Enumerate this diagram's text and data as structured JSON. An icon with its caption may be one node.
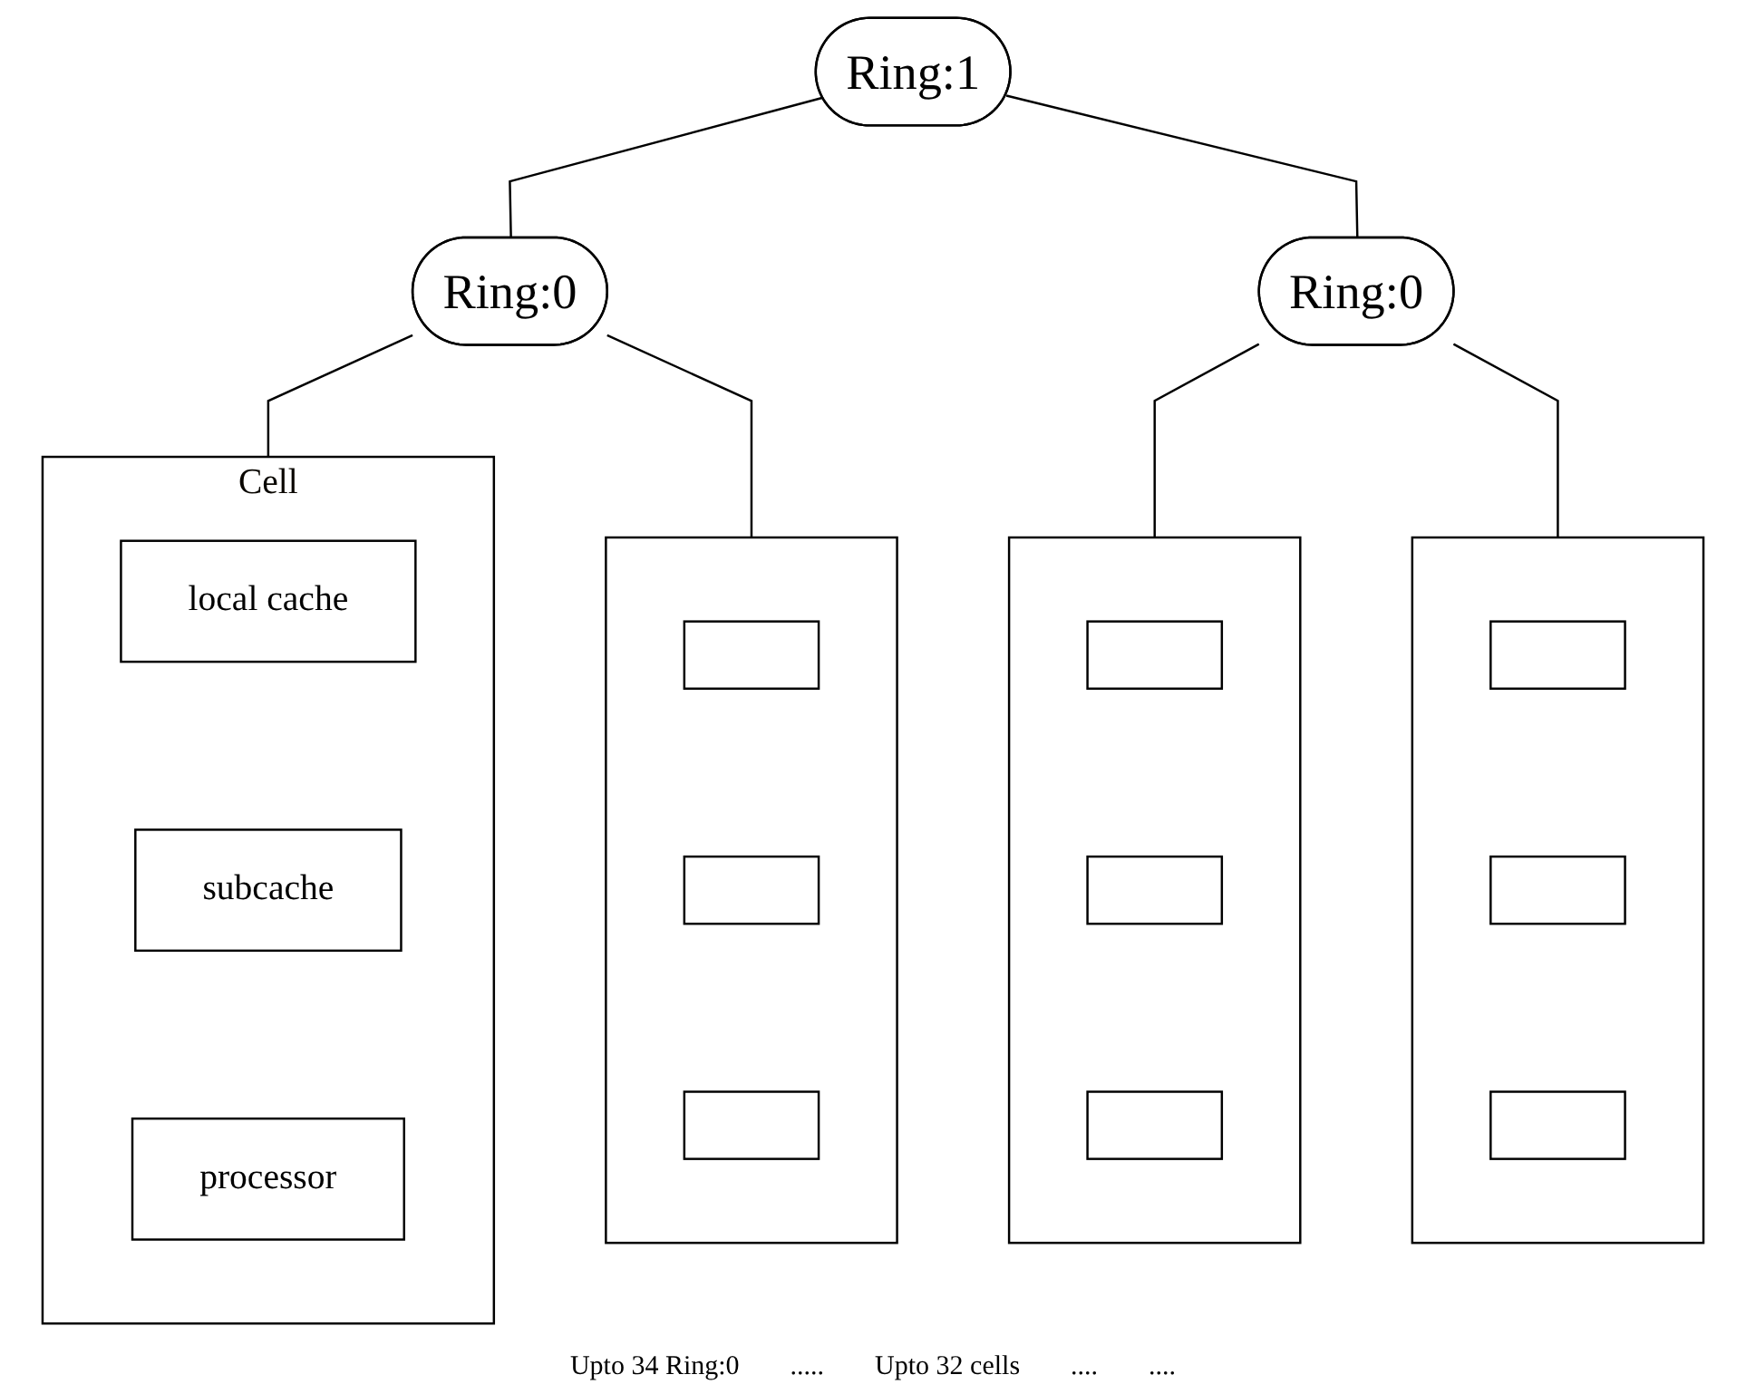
{
  "diagram": {
    "nodes": [
      {
        "text": [
          "Ring:1"
        ]
      },
      {
        "text": [
          "Ring:0"
        ]
      },
      {
        "text": [
          "Ring:0"
        ]
      },
      {
        "text": [],
        "shape": "box",
        "beside": [
          "Cell"
        ]
      },
      {
        "text": [
          "local cache"
        ],
        "in": 3
      },
      {
        "text": [
          "subcache"
        ],
        "in": 3
      },
      {
        "text": [
          "processor"
        ],
        "in": 3
      },
      {
        "text": [],
        "shape": "box"
      },
      {
        "text": [],
        "shape": "box",
        "in": 7
      },
      {
        "text": [],
        "shape": "box",
        "in": 7
      },
      {
        "text": [],
        "shape": "box",
        "in": 7
      },
      {
        "text": [],
        "shape": "box"
      },
      {
        "text": [],
        "shape": "box",
        "in": 11
      },
      {
        "text": [],
        "shape": "box",
        "in": 11
      },
      {
        "text": [],
        "shape": "box",
        "in": 11
      },
      {
        "text": [],
        "shape": "box"
      },
      {
        "text": [],
        "shape": "box",
        "in": 15
      },
      {
        "text": [],
        "shape": "box",
        "in": 15
      },
      {
        "text": [],
        "shape": "box",
        "in": 15
      }
    ],
    "edges": [
      {
        "from": 0,
        "to": 1,
        "arrow": "none"
      },
      {
        "from": 0,
        "to": 2,
        "arrow": "none"
      },
      {
        "from": 1,
        "to": 3,
        "arrow": "none"
      },
      {
        "from": 1,
        "to": 7,
        "arrow": "none"
      },
      {
        "from": 2,
        "to": 11,
        "arrow": "none"
      },
      {
        "from": 2,
        "to": 15,
        "arrow": "none"
      }
    ],
    "labels": [
      "Upto 34 Ring:0",
      ".....",
      "Upto 32 cells",
      "....",
      "...."
    ]
  }
}
